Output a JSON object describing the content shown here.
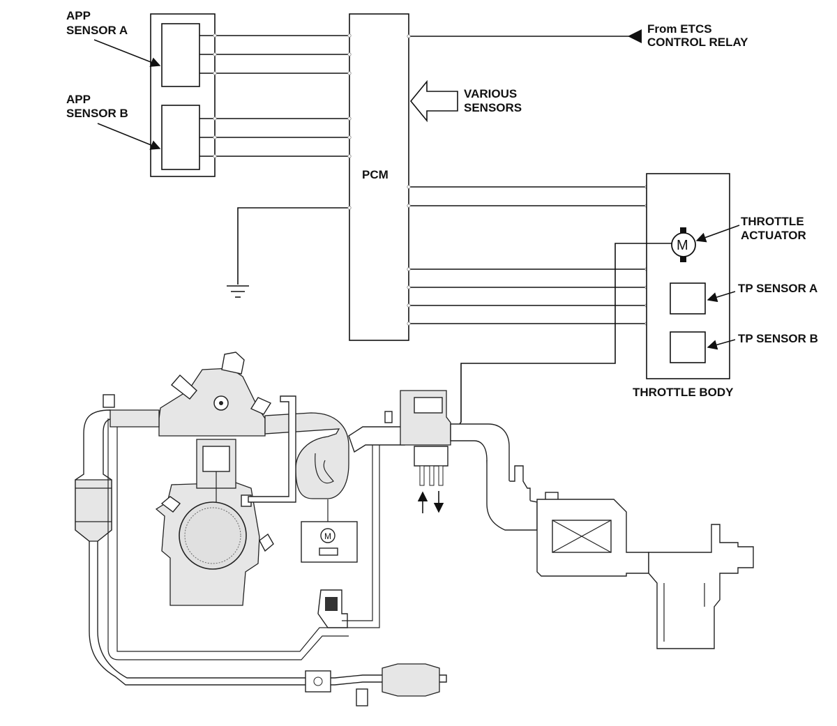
{
  "diagram": {
    "labels": {
      "app_sensor_a": [
        "APP",
        "SENSOR A"
      ],
      "app_sensor_b": [
        "APP",
        "SENSOR B"
      ],
      "pcm": "PCM",
      "from_etcs": [
        "From ETCS",
        "CONTROL RELAY"
      ],
      "various_sensors": [
        "VARIOUS",
        "SENSORS"
      ],
      "throttle_actuator": [
        "THROTTLE",
        "ACTUATOR"
      ],
      "tp_sensor_a": "TP SENSOR A",
      "tp_sensor_b": "TP SENSOR B",
      "throttle_body": "THROTTLE BODY",
      "motor_symbol": "M"
    },
    "colors": {
      "line": "#111111",
      "background": "#ffffff",
      "part_shade": "#e6e6e6"
    }
  }
}
